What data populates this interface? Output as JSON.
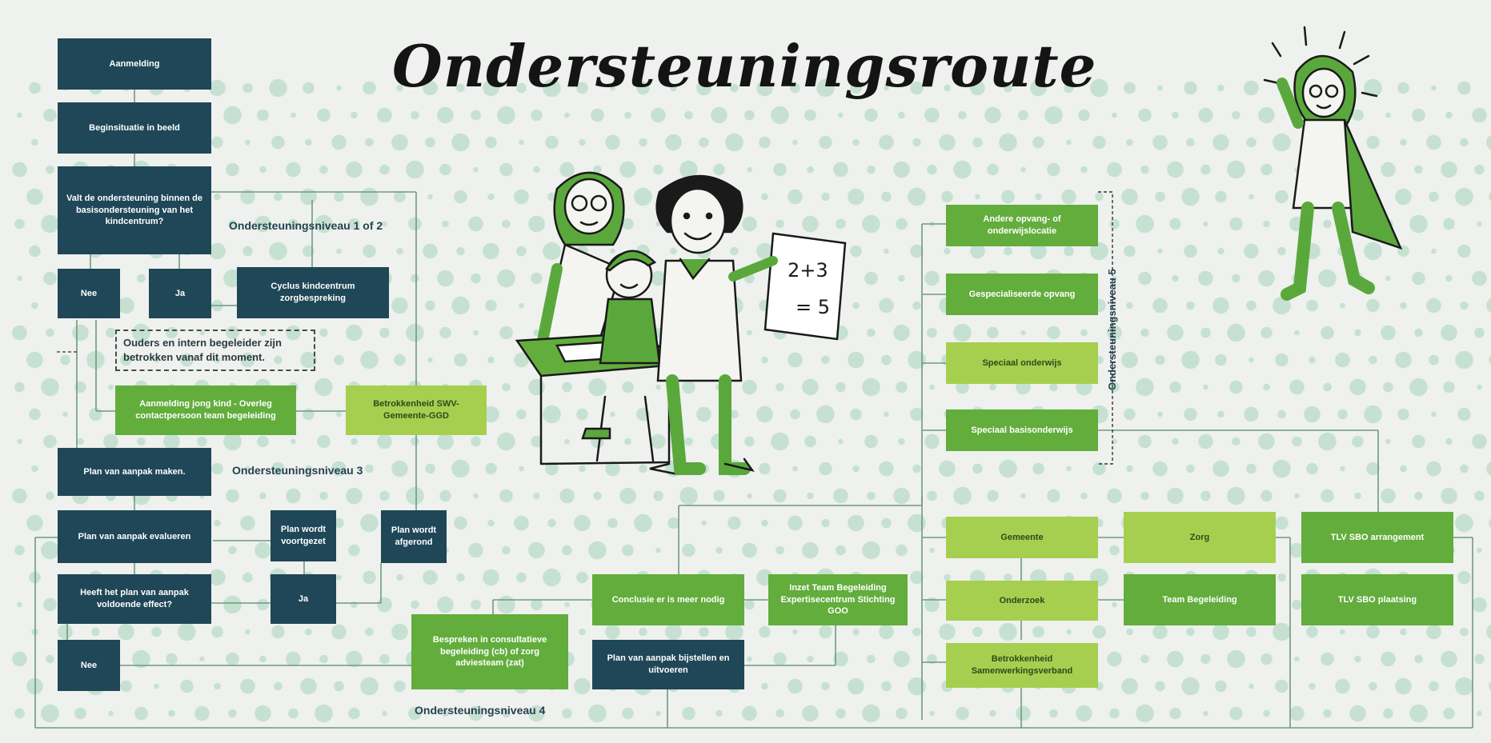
{
  "title": "Ondersteuningsroute",
  "boxes": {
    "aanmelding": "Aanmelding",
    "beginsituatie": "Beginsituatie in beeld",
    "valt": "Valt de ondersteuning binnen de basisondersteuning van het kindcentrum?",
    "nee1": "Nee",
    "ja1": "Ja",
    "cyclus": "Cyclus kindcentrum zorgbespreking",
    "ouders": "Ouders en intern begeleider zijn betrokken vanaf dit moment.",
    "aanmelding_jong": "Aanmelding jong kind - Overleg contactpersoon team begeleiding",
    "betrokkenheid_swv": "Betrokkenheid SWV-Gemeente-GGD",
    "plan_maken": "Plan van aanpak maken.",
    "plan_evalueren": "Plan van aanpak evalueren",
    "voortgezet": "Plan wordt voortgezet",
    "afgerond": "Plan wordt afgerond",
    "heeft_plan": "Heeft het plan van aanpak voldoende effect?",
    "ja2": "Ja",
    "nee2": "Nee",
    "bespreken": "Bespreken in consultatieve begeleiding (cb) of zorg adviesteam (zat)",
    "conclusie": "Conclusie er is meer nodig",
    "bijstellen": "Plan van aanpak bijstellen en uitvoeren",
    "inzet": "Inzet Team Begeleiding Expertisecentrum Stichting GOO",
    "andere": "Andere opvang- of onderwijslocatie",
    "gespecialiseerde": "Gespecialiseerde opvang",
    "speciaal_onderwijs": "Speciaal onderwijs",
    "speciaal_basis": "Speciaal basisonderwijs",
    "gemeente": "Gemeente",
    "onderzoek": "Onderzoek",
    "betrokkenheid_sv": "Betrokkenheid Samenwerkingsverband",
    "zorg": "Zorg",
    "team_begeleiding": "Team Begeleiding",
    "tlv_arrangement": "TLV SBO arrangement",
    "tlv_plaatsing": "TLV SBO plaatsing"
  },
  "levels": {
    "niveau12": "Ondersteuningsniveau 1 of 2",
    "niveau3": "Ondersteuningsniveau 3",
    "niveau4": "Ondersteuningsniveau 4",
    "niveau5": "Ondersteuningsniveau 5"
  },
  "colors": {
    "navy": "#1f4757",
    "green": "#62ad3c",
    "lime": "#a7cf4f",
    "background": "#eef1ee",
    "dot": "#b9dcc9"
  },
  "illustrations": [
    "family-at-desk-illustration",
    "superhero-illustration"
  ],
  "sign_text": "2+3 = 5"
}
